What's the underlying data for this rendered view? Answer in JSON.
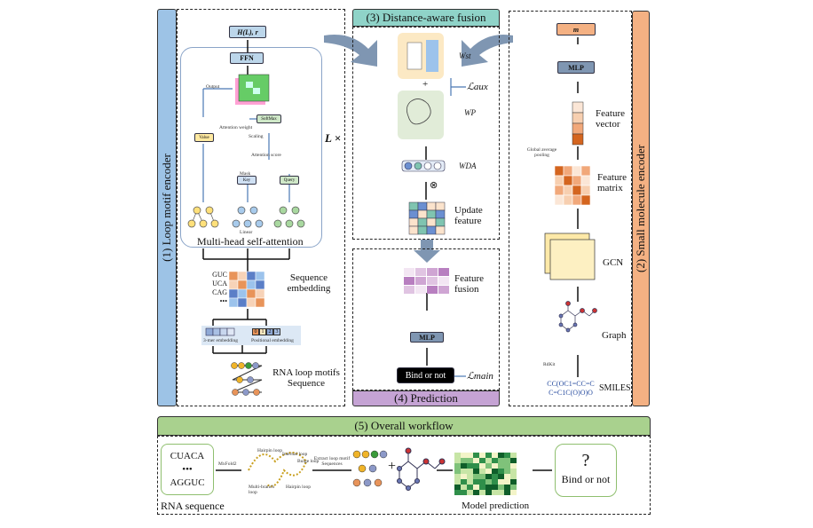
{
  "panel1": {
    "title": "(1) Loop motif encoder",
    "output": "H(L), r",
    "ffn": "FFN",
    "output_label": "Output",
    "softmax": "SoftMax",
    "attention_weight": "Attention weight",
    "value": "Value",
    "scaling": "Scaling",
    "attention_score": "Attention score",
    "mask": "Mask",
    "key": "Key",
    "query": "Query",
    "linear": "Linear",
    "mhsa": "Multi-head self-attention",
    "repeat": "L ×",
    "kmers": [
      "GUC",
      "UCA",
      "CAG",
      "•••"
    ],
    "seq_embedding": "Sequence embedding",
    "kmer_embedding": "3-mer embedding",
    "positional_embedding": "Positional embedding",
    "positions": [
      "0",
      "1",
      "2",
      "3"
    ],
    "rna_label": "RNA loop motifs Sequence"
  },
  "panel2": {
    "title": "(2) Small molecule encoder",
    "m": "m",
    "mlp": "MLP",
    "feature_vector": "Feature vector",
    "pooling": "Global average pooling",
    "feature_matrix": "Feature matrix",
    "gcn": "GCN",
    "graph": "Graph",
    "rdkit": "RdKit",
    "smiles_value": "CC(OC1=CC=C C=C1C(O)O)O",
    "smiles": "SMILES"
  },
  "panel3": {
    "title": "(3) Distance-aware fusion",
    "w_st": "Wst",
    "w_p": "WP",
    "w_da": "WDA",
    "plus": "+",
    "l_aux": "ℒaux",
    "update_feature": "Update feature"
  },
  "panel4": {
    "title": "(4) Prediction",
    "feature_fusion": "Feature fusion",
    "mlp": "MLP",
    "bind": "Bind or not",
    "l_main": "ℒmain"
  },
  "panel5": {
    "title": "(5) Overall workflow",
    "seq_top": "CUACA",
    "seq_dots": "•••",
    "seq_bottom": "AGGUC",
    "rna_sequence": "RNA sequence",
    "mxfold": "MxFold2",
    "hairpin1": "Hairpin loop",
    "internal": "Internal loop",
    "bulge": "Bulge loop",
    "multi": "Multi-branch loop",
    "hairpin2": "Hairpin loop",
    "extract": "Extract loop motif Sequences",
    "model_prediction": "Model prediction",
    "question": "?",
    "bind": "Bind or not"
  },
  "colors": {
    "panel1": "#9dc3e6",
    "panel2": "#f4b183",
    "panel3": "#8fd3c8",
    "panel4": "#c5a3d4",
    "panel5": "#a9d18e",
    "arrow": "#7f96b2"
  }
}
